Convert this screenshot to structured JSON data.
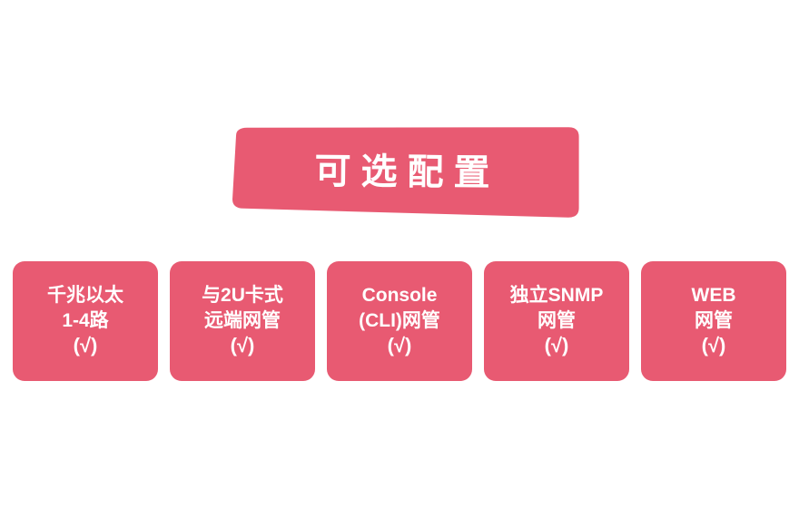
{
  "page": {
    "background_color": "#ffffff",
    "accent_color": "#e85a72",
    "text_color": "#ffffff"
  },
  "banner": {
    "title": "可选配置",
    "fill_color": "#e85a72"
  },
  "options": [
    {
      "name": "gigabit-ethernet",
      "line1": "千兆以太",
      "line2": "1-4路",
      "line3": "(√)"
    },
    {
      "name": "2u-card-remote-management",
      "line1": "与2U卡式",
      "line2": "远端网管",
      "line3": "(√)"
    },
    {
      "name": "console-cli-management",
      "line1": "Console",
      "line2": "(CLI)网管",
      "line3": "(√)"
    },
    {
      "name": "standalone-snmp-management",
      "line1": "独立SNMP",
      "line2": "网管",
      "line3": "(√)"
    },
    {
      "name": "web-management",
      "line1": "WEB",
      "line2": "网管",
      "line3": "(√)"
    }
  ]
}
